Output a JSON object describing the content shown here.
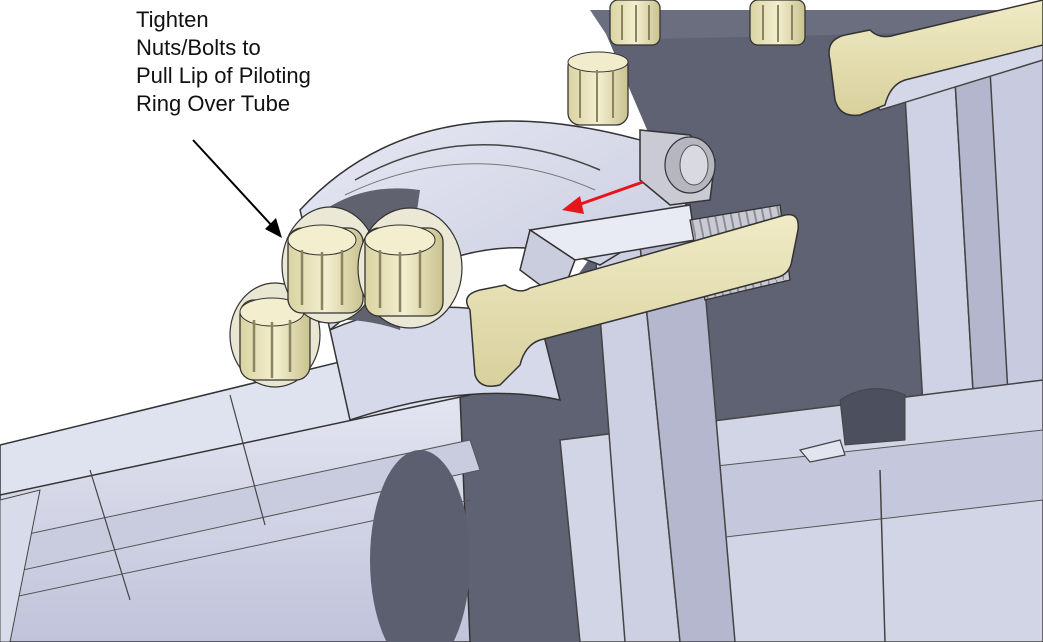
{
  "annotation": {
    "lines": [
      "Tighten",
      "Nuts/Bolts to",
      "Pull Lip of Piloting",
      "Ring Over Tube"
    ]
  },
  "colors": {
    "metal_light": "#dcdfee",
    "metal_mid": "#c3c6dc",
    "metal_dark": "#5f6272",
    "bolt": "#e6e1b8",
    "bolt_shadow": "#b7b182",
    "red_arrow": "#e8141c",
    "leader_arrow": "#000000"
  },
  "parts": [
    "tube",
    "piloting-ring-clamp",
    "hex-bolts",
    "threaded-studs",
    "nut",
    "flange-plate",
    "bracket"
  ]
}
